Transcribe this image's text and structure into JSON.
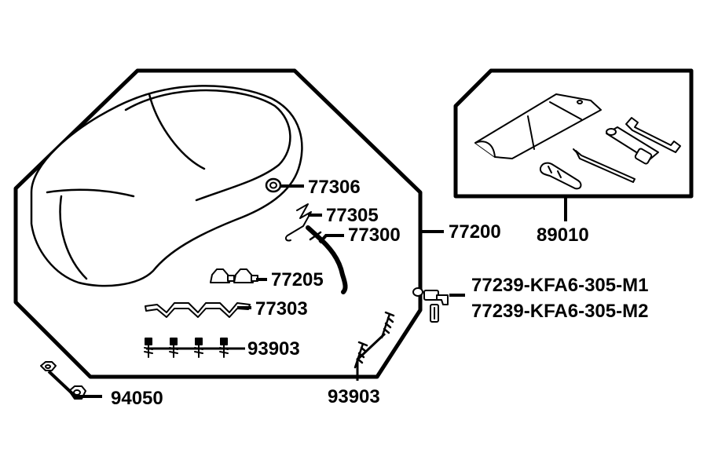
{
  "diagram": {
    "labels": {
      "p77306": "77306",
      "p77305": "77305",
      "p77300": "77300",
      "p77200": "77200",
      "p77205": "77205",
      "p77303": "77303",
      "p93903_a": "93903",
      "p93903_b": "93903",
      "p94050": "94050",
      "p89010": "89010",
      "p77239_m1": "77239-KFA6-305-M1",
      "p77239_m2": "77239-KFA6-305-M2"
    }
  }
}
